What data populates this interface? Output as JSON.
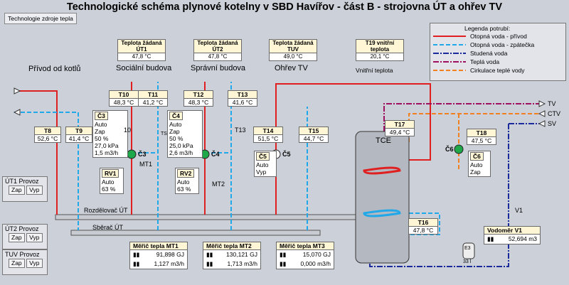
{
  "title": "Technologické schéma plynové kotelny v SBD Havířov - část B - strojovna ÚT a ohřev TV",
  "nav_button": "Technologie zdroje tepla",
  "setpoints": [
    {
      "label1": "Teplota žádaná",
      "label2": "ÚT1",
      "value": "47,8 °C"
    },
    {
      "label1": "Teplota žádaná",
      "label2": "ÚT2",
      "value": "47,8 °C"
    },
    {
      "label1": "Teplota žádaná",
      "label2": "TUV",
      "value": "49,0 °C"
    },
    {
      "label1": "T19 vnitřní",
      "label2": "teplota",
      "value": "20,1 °C"
    }
  ],
  "labels": {
    "supply": "Přívod od kotlů",
    "social": "Sociální budova",
    "admin": "Správní budova",
    "dhw": "Ohřev TV",
    "inside": "Vnitřní teplota",
    "distributor": "Rozdělovač ÚT",
    "collector": "Sběrač ÚT",
    "tank": "TCE",
    "tv": "TV",
    "ctv": "CTV",
    "sv": "SV",
    "v1": "V1",
    "mt1": "MT1",
    "mt2": "MT2",
    "ts": "TS",
    "t13": "T13",
    "t10": "10"
  },
  "sensors": {
    "T8": {
      "name": "T8",
      "value": "52,6 °C"
    },
    "T9": {
      "name": "T9",
      "value": "41,4 °C"
    },
    "T10": {
      "name": "T10",
      "value": "48,3 °C"
    },
    "T11": {
      "name": "T11",
      "value": "41,2 °C"
    },
    "T12": {
      "name": "T12",
      "value": "48,3 °C"
    },
    "T13": {
      "name": "T13",
      "value": "41,6 °C"
    },
    "T14": {
      "name": "T14",
      "value": "51,5 °C"
    },
    "T15": {
      "name": "T15",
      "value": "44,7 °C"
    },
    "T16": {
      "name": "T16",
      "value": "47,8 °C"
    },
    "T17": {
      "name": "T17",
      "value": "49,4 °C"
    },
    "T18": {
      "name": "T18",
      "value": "47,5 °C"
    }
  },
  "pumps": {
    "C3": {
      "name": "Č3",
      "lines": [
        "Auto",
        "Zap",
        "50 %",
        "27,0 kPa",
        "1,5 m3/h"
      ]
    },
    "C4": {
      "name": "Č4",
      "lines": [
        "Auto",
        "Zap",
        "50 %",
        "25,0 kPa",
        "2,6 m3/h"
      ]
    },
    "C5": {
      "name": "Č5",
      "lines": [
        "Auto",
        "Vyp"
      ]
    },
    "C6": {
      "name": "Č6",
      "lines": [
        "Auto",
        "Zap"
      ]
    }
  },
  "pump_symbols": {
    "C3": "Č3",
    "C4": "Č4",
    "C5": "Č5",
    "C6": "Č6"
  },
  "valves": {
    "RV1": {
      "name": "RV1",
      "lines": [
        "Auto",
        "63 %"
      ]
    },
    "RV2": {
      "name": "RV2",
      "lines": [
        "Auto",
        "63 %"
      ]
    }
  },
  "legend": {
    "title": "Legenda potrubí:",
    "items": [
      {
        "label": "Otopná voda - přívod",
        "color": "#e02020",
        "dash": ""
      },
      {
        "label": "Otopná voda - zpátečka",
        "color": "#20a8e8",
        "dash": "6,3"
      },
      {
        "label": "Studená voda",
        "color": "#1b2a9a",
        "dash": "8,2,2,2"
      },
      {
        "label": "Teplá voda",
        "color": "#a01060",
        "dash": "8,2,2,2"
      },
      {
        "label": "Cirkulace teplé vody",
        "color": "#f08020",
        "dash": "6,3"
      }
    ]
  },
  "modes": [
    {
      "label": "ÚT1 Provoz",
      "on": "Zap",
      "off": "Vyp"
    },
    {
      "label": "ÚT2 Provoz",
      "on": "Zap",
      "off": "Vyp"
    },
    {
      "label": "TUV Provoz",
      "on": "Zap",
      "off": "Vyp"
    }
  ],
  "meters": [
    {
      "title": "Měřič tepla MT1",
      "energy": "91,898 GJ",
      "flow": "1,127 m3/h"
    },
    {
      "title": "Měřič tepla MT2",
      "energy": "130,121 GJ",
      "flow": "1,713 m3/h"
    },
    {
      "title": "Měřič tepla MT3",
      "energy": "15,070 GJ",
      "flow": "0,000 m3/h"
    }
  ],
  "water_meter": {
    "title": "Vodoměr V1",
    "value": "52,694 m3"
  },
  "expansion": {
    "label": "E3",
    "sub": "33 l"
  }
}
